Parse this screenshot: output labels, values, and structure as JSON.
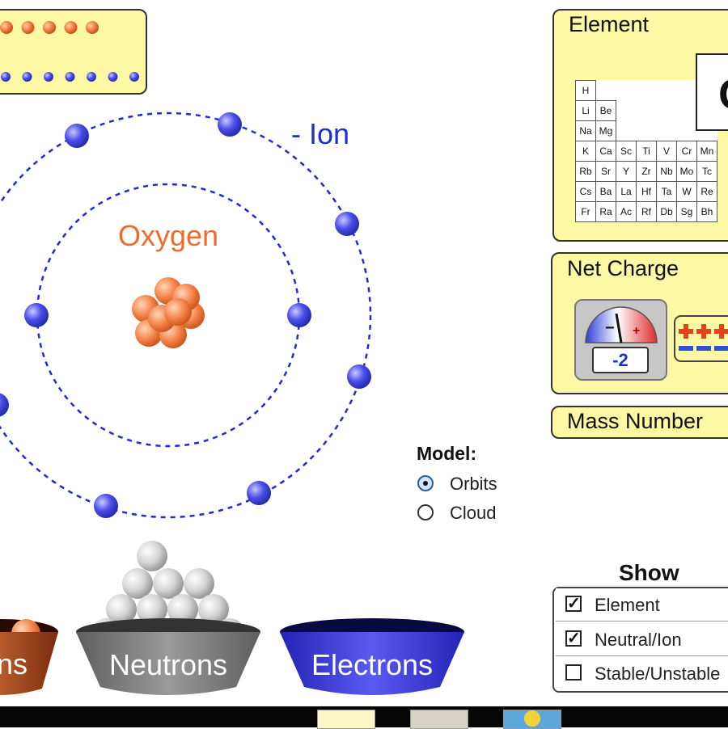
{
  "atom": {
    "element_name": "Oxygen",
    "ion_label": "- Ion"
  },
  "element_panel": {
    "title": "Element",
    "periodic_rows": [
      [
        "H"
      ],
      [
        "Li",
        "Be"
      ],
      [
        "Na",
        "Mg"
      ],
      [
        "K",
        "Ca",
        "Sc",
        "Ti",
        "V",
        "Cr",
        "Mn"
      ],
      [
        "Rb",
        "Sr",
        "Y",
        "Zr",
        "Nb",
        "Mo",
        "Tc"
      ],
      [
        "Cs",
        "Ba",
        "La",
        "Hf",
        "Ta",
        "W",
        "Re"
      ],
      [
        "Fr",
        "Ra",
        "Ac",
        "Rf",
        "Db",
        "Sg",
        "Bh"
      ]
    ],
    "symbol_visible": "O"
  },
  "net_charge": {
    "title": "Net Charge",
    "value": "-2",
    "meter_minus": "−",
    "meter_plus": "+"
  },
  "mass_number": {
    "title": "Mass Number"
  },
  "model": {
    "title": "Model:",
    "options": [
      {
        "label": "Orbits",
        "selected": true
      },
      {
        "label": "Cloud",
        "selected": false
      }
    ]
  },
  "show": {
    "title": "Show",
    "items": [
      {
        "label": "Element",
        "checked": true
      },
      {
        "label": "Neutral/Ion",
        "checked": true
      },
      {
        "label": "Stable/Unstable",
        "checked": false
      }
    ]
  },
  "buckets": {
    "protons_label_visible": "ns",
    "neutrons_label": "Neutrons",
    "electrons_label": "Electrons"
  },
  "counts": {
    "protons_in_tray": 8,
    "electrons_in_tray": 10,
    "nucleus_particles": 8
  },
  "colors": {
    "panel_bg": "#fdf8a4",
    "electron": "#4a4ee8",
    "proton": "#f07a3a",
    "element_name": "#f26b2a",
    "ion_label": "#1b2fd6",
    "neutron_bucket": "#7d7d7d",
    "electron_bucket": "#3b3bd6",
    "proton_bucket": "#a0401a"
  }
}
